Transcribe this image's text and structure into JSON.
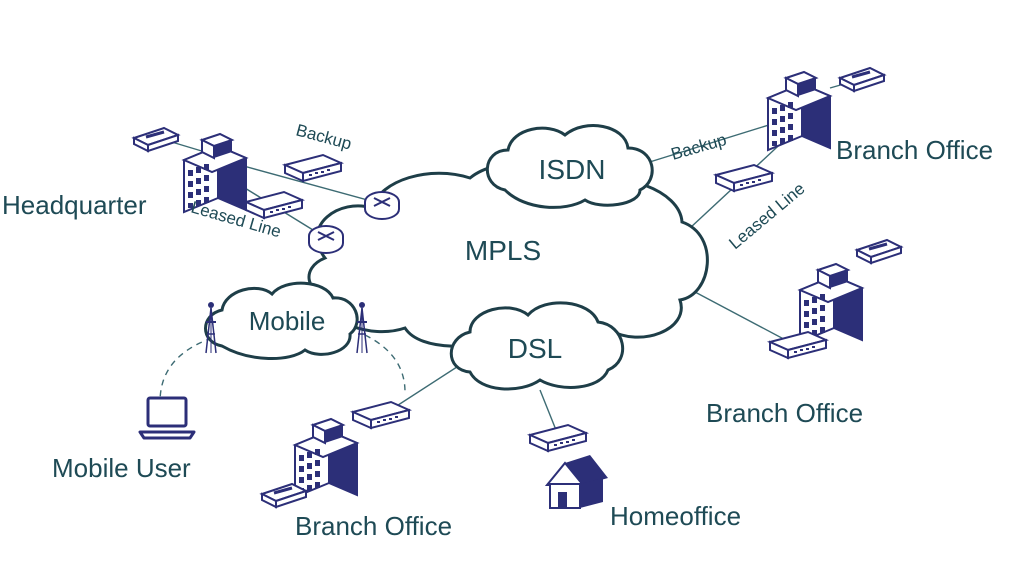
{
  "colors": {
    "line": "#3d6b73",
    "text": "#1e4a55",
    "building": "#2c2f78",
    "buildingFace": "#ffffff",
    "device": "#2c2f78"
  },
  "clouds": {
    "mpls": "MPLS",
    "isdn": "ISDN",
    "dsl": "DSL",
    "mobile": "Mobile"
  },
  "links": {
    "backup_hq": "Backup",
    "leased_hq": "Leased Line",
    "backup_branch": "Backup",
    "leased_branch": "Leased Line"
  },
  "sites": {
    "headquarter": "Headquarter",
    "branch_top_right": "Branch Office",
    "branch_right": "Branch Office",
    "branch_bottom": "Branch Office",
    "homeoffice": "Homeoffice",
    "mobile_user": "Mobile User"
  },
  "icons": {
    "building": "office-building-icon",
    "router": "router-icon",
    "modem": "modem-icon",
    "phone": "desk-phone-icon",
    "laptop": "laptop-icon",
    "antenna": "antenna-tower-icon",
    "house": "house-icon"
  }
}
